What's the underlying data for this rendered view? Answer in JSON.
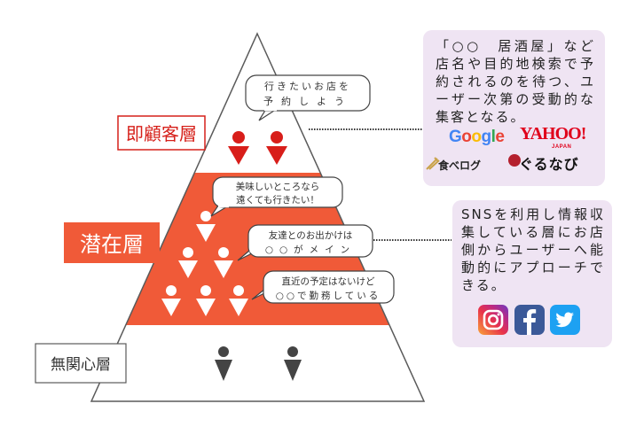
{
  "layers": {
    "top": {
      "label": "即顧客層"
    },
    "middle": {
      "label": "潜在層"
    },
    "bottom": {
      "label": "無関心層"
    }
  },
  "bubbles": {
    "b1": {
      "line1": "行きたいお店を",
      "line2": "予約しよう"
    },
    "b2": {
      "line1": "美味しいところなら",
      "line2": "遠くても行きたい！"
    },
    "b3": {
      "line1": "友達とのお出かけは",
      "line2": "○○がメイン"
    },
    "b4": {
      "line1": "直近の予定はないけど",
      "line2": "○○で勤務している"
    }
  },
  "info_boxes": {
    "top_text": "「○○　居酒屋」など店名や目的地検索で予約されるのを待つ、ユーザー次第の受動的な集客となる。",
    "middle_text": "SNSを利用し情報収集している層にお店側からユーザーへ能動的にアプローチできる。"
  },
  "logos": {
    "google": [
      "G",
      "o",
      "o",
      "g",
      "l",
      "e"
    ],
    "google_colors": [
      "#4285f4",
      "#ea4335",
      "#fbbc05",
      "#4285f4",
      "#34a853",
      "#ea4335"
    ],
    "yahoo": "YAHOO!",
    "yahoo_sub": "JAPAN",
    "tabelog": "食べログ",
    "gurunavi": "ぐるなび"
  },
  "colors": {
    "top_label": "#d6201a",
    "person_red": "#d81e1a",
    "middle_band": "#f05a38",
    "person_dark": "#444444",
    "outline": "#5a5a5a"
  },
  "icons": [
    "instagram-icon",
    "facebook-icon",
    "twitter-icon"
  ]
}
